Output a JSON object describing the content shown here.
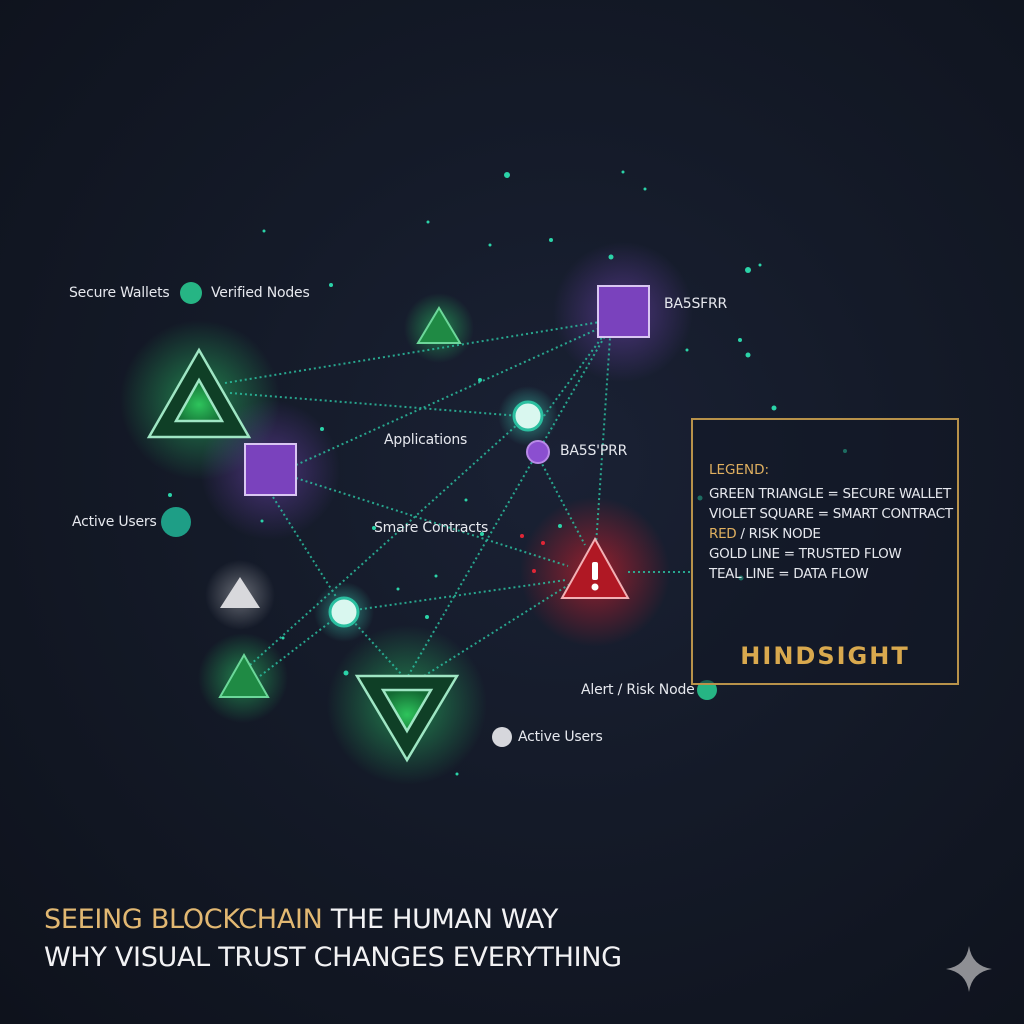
{
  "diagram": {
    "labels": {
      "secure_wallets": "Secure Wallets",
      "verified_nodes": "Verified Nodes",
      "applications": "Applications",
      "node_id_top": "BA5SFRR",
      "node_id_mid": "BA5S'PRR",
      "smart_contracts": "Smare Contracts",
      "active_users_left": "Active Users",
      "active_users_bottom": "Active Users",
      "alert_risk_node": "Alert / Risk Node"
    },
    "legend": {
      "title": "LEGEND:",
      "items": [
        {
          "prefix": "",
          "text": "GREEN TRIANGLE = SECURE WALLET"
        },
        {
          "prefix": "",
          "text": "VIOLET SQUARE = SMART CONTRACT"
        },
        {
          "prefix": "RED",
          "text": " / RISK NODE"
        },
        {
          "prefix": "",
          "text": "GOLD LINE = TRUSTED FLOW"
        },
        {
          "prefix": "",
          "text": "TEAL LINE = DATA FLOW"
        }
      ],
      "brand": "HINDSIGHT"
    },
    "headline": {
      "line1_accent": "SEEING BLOCKCHAIN",
      "line1_rest": " THE HUMAN WAY",
      "line2": "WHY VISUAL TRUST CHANGES EVERYTHING"
    },
    "colors": {
      "background": "#141a28",
      "green": "#22b552",
      "violet": "#7a45c0",
      "red": "#d0202c",
      "teal": "#2bbfa0",
      "gold": "#d9a94e"
    },
    "icons": {
      "risk": "exclamation-mark",
      "corner": "four-point-sparkle"
    }
  }
}
